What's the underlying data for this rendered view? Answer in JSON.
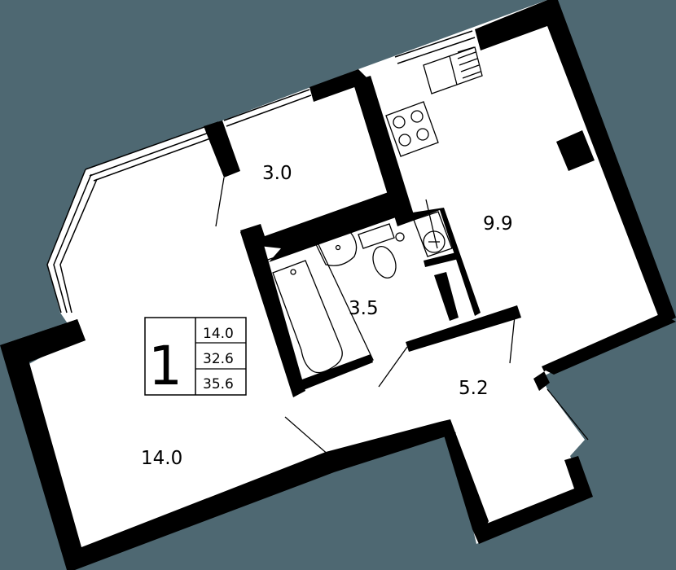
{
  "plan": {
    "type": "apartment-floor-plan",
    "background_color": "#4e6872",
    "wall_color": "#000000",
    "floor_color": "#ffffff",
    "summary_table": {
      "rooms_count": "1",
      "living_area": "14.0",
      "total_area": "32.6",
      "total_area_with_balcony": "35.6"
    },
    "rooms": [
      {
        "name": "living-room",
        "area": "14.0"
      },
      {
        "name": "storage-room",
        "area": "3.0"
      },
      {
        "name": "kitchen",
        "area": "9.9"
      },
      {
        "name": "bathroom",
        "area": "3.5"
      },
      {
        "name": "hallway",
        "area": "5.2"
      }
    ]
  }
}
